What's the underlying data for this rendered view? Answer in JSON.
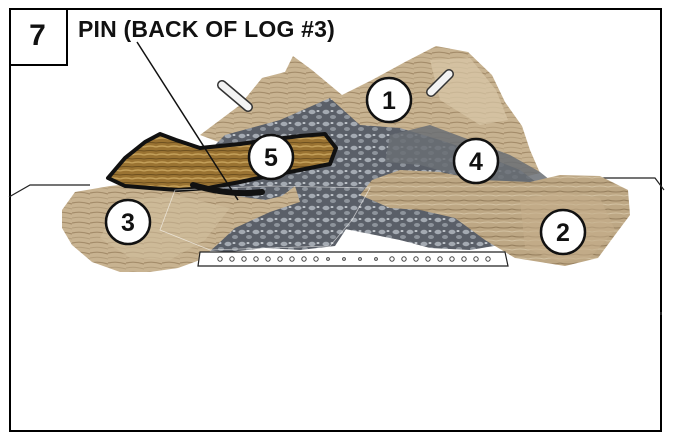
{
  "step_number": "7",
  "title": "PIN (BACK OF LOG #3)",
  "callouts": [
    "1",
    "2",
    "3",
    "4",
    "5"
  ],
  "colors": {
    "log_light": "#cdb896",
    "log_mid": "#b79f7c",
    "log_dark": "#8f7a5c",
    "embers": "#5e636c",
    "ember_light": "#9aa0a8",
    "log5_fill": "#9a7332",
    "outline": "#111111"
  }
}
